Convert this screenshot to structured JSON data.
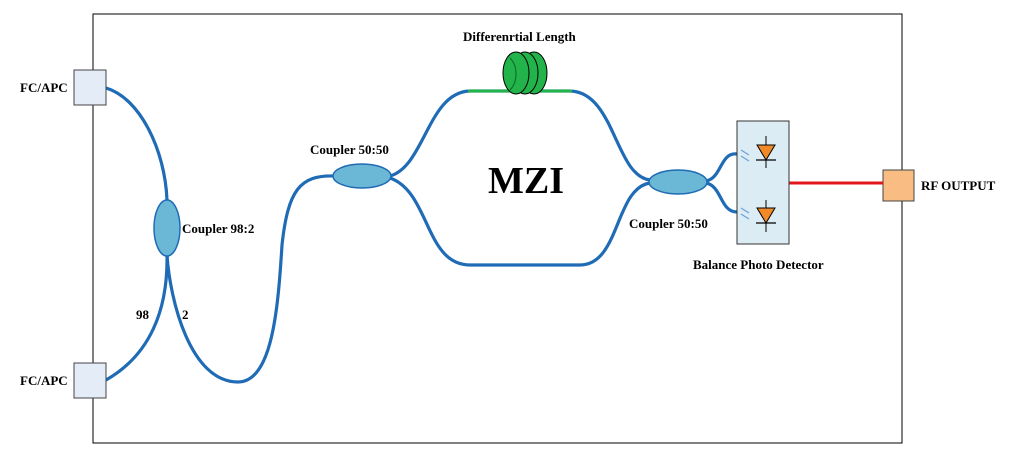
{
  "labels": {
    "port_top": "FC/APC",
    "port_bottom": "FC/APC",
    "coupler_98_2": "Coupler 98:2",
    "split_98": "98",
    "split_2": "2",
    "coupler_in": "Coupler 50:50",
    "coupler_out": "Coupler 50:50",
    "mzi": "MZI",
    "differential_length": "Differenrtial Length",
    "bpd": "Balance Photo Detector",
    "rf_output": "RF OUTPUT"
  },
  "colors": {
    "fiber": "#1f6bb5",
    "coupler_fill": "#6bb8d6",
    "spool": "#22b34a",
    "rf_line": "#e3161b",
    "rf_port": "#f9bc82",
    "port": "#e4ecf7",
    "detector_box": "#dcecf5",
    "photodiode": "#f08a28"
  }
}
